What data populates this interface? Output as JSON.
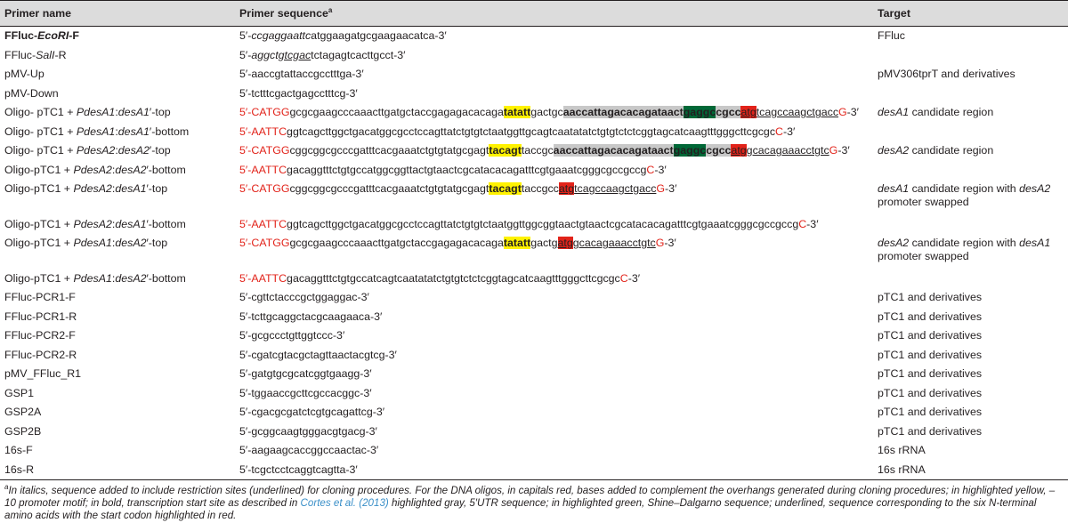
{
  "headers": {
    "name": "Primer name",
    "seq": "Primer sequence",
    "seq_sup": "a",
    "target": "Target"
  },
  "rows": [
    {
      "name": [
        "FFluc-",
        "EcoRI",
        "-F"
      ],
      "target": "FFluc"
    },
    {
      "name": [
        "FFluc-",
        "SalI",
        "-R"
      ],
      "target": ""
    },
    {
      "name": [
        "pMV-Up"
      ],
      "target": "pMV306tprT and derivatives"
    },
    {
      "name": [
        "pMV-Down"
      ],
      "target": ""
    },
    {
      "name": [
        "Oligo- pTC1 + ",
        "PdesA1",
        ":",
        "desA1",
        "′-top"
      ],
      "target_i": "desA1",
      "target": " candidate region"
    },
    {
      "name": [
        "Oligo- pTC1 + ",
        "PdesA1",
        ":",
        "desA1",
        "′-bottom"
      ],
      "target": ""
    },
    {
      "name": [
        "Oligo- pTC1 + ",
        "PdesA2",
        ":",
        "desA2",
        "′-top"
      ],
      "target_i": "desA2",
      "target": " candidate region"
    },
    {
      "name": [
        "Oligo-pTC1 + ",
        "PdesA2",
        ":",
        "desA2",
        "′-bottom"
      ],
      "target": ""
    },
    {
      "name": [
        "Oligo-pTC1 + ",
        "PdesA2",
        ":",
        "desA1",
        "′-top"
      ],
      "target_parts": [
        "desA1",
        " candidate region with ",
        "desA2",
        " promoter swapped"
      ]
    },
    {
      "name": [
        "Oligo-pTC1 + ",
        "PdesA2",
        ":",
        "desA1",
        "′-bottom"
      ],
      "target": ""
    },
    {
      "name": [
        "Oligo-pTC1 + ",
        "PdesA1",
        ":",
        "desA2",
        "′-top"
      ],
      "target_parts": [
        "desA2",
        " candidate region with ",
        "desA1",
        " promoter swapped"
      ]
    },
    {
      "name": [
        "Oligo-pTC1 + ",
        "PdesA1",
        ":",
        "desA2",
        "′-bottom"
      ],
      "target": ""
    },
    {
      "name": [
        "FFluc-PCR1-F"
      ],
      "seq": "5′-cgttctacccgctggaggac-3′",
      "target": "pTC1 and derivatives"
    },
    {
      "name": [
        "FFluc-PCR1-R"
      ],
      "seq": "5′-tcttgcaggctacgcaagaaca-3′",
      "target": "pTC1 and derivatives"
    },
    {
      "name": [
        "FFluc-PCR2-F"
      ],
      "seq": "5′-gcgccctgttggtccc-3′",
      "target": "pTC1 and derivatives"
    },
    {
      "name": [
        "FFluc-PCR2-R"
      ],
      "seq": "5′-cgatcgtacgctagttaactacgtcg-3′",
      "target": "pTC1 and derivatives"
    },
    {
      "name": [
        "pMV_FFluc_R1"
      ],
      "seq": "5′-gatgtgcgcatcggtgaagg-3′",
      "target": "pTC1 and derivatives"
    },
    {
      "name": [
        "GSP1"
      ],
      "seq": "5′-tggaaccgcttcgccacggc-3′",
      "target": "pTC1 and derivatives"
    },
    {
      "name": [
        "GSP2A"
      ],
      "seq": "5′-cgacgcgatctcgtgcagattcg-3′",
      "target": "pTC1 and derivatives"
    },
    {
      "name": [
        "GSP2B"
      ],
      "seq": "5′-gcggcaagtgggacgtgacg-3′",
      "target": "pTC1 and derivatives"
    },
    {
      "name": [
        "16s-F"
      ],
      "seq": "5′-aagaagcaccggccaactac-3′",
      "target": "16s rRNA"
    },
    {
      "name": [
        "16s-R"
      ],
      "seq": "5′-tcgctcctcaggtcagtta-3′",
      "target": "16s rRNA"
    }
  ],
  "seq": {
    "r0": [
      "5′-",
      "ccgaggaattc",
      "atggaagatgcgaagaacatca-3′"
    ],
    "r1": [
      "5′-",
      "aggct",
      "gtcgac",
      "tctagagtcacttgcct-3′"
    ],
    "r2": "5′-aaccgtattaccgcctttga-3′",
    "r3": "5′-tctttcgactgagcctttcg-3′",
    "r4": [
      "5′-",
      "CATGG",
      "gcgcgaagcccaaacttgatgctaccgagagacacaga",
      "tatatt",
      "gactgc",
      "aaccattagacacagataact",
      "gaggc",
      "cgcc",
      "atg",
      "tcagccaagctgacc",
      "G",
      "-3′"
    ],
    "r5": [
      "5′-",
      "AATTC",
      "ggtcagcttggctgacatggcgcctccagttatctgtgtctaatggttgcagtcaatatatctgtgtctctcggtagcatcaagtttgggcttcgcgc",
      "C",
      "-3′"
    ],
    "r6": [
      "5′-",
      "CATGG",
      "cggcggcgcccgatttcacgaaatctgtgtatgcgagt",
      "tacagt",
      "taccgc",
      "aaccattagacacagataact",
      "gaggc",
      "cgcc",
      "atg",
      "gcacagaaacctgtc",
      "G",
      "-3′"
    ],
    "r7": [
      "5′-",
      "AATTC",
      "gacaggtttctgtgccatggcggttactgtaactcgcatacacagatttcgtgaaatcgggcgccgccg",
      "C",
      "-3′"
    ],
    "r8": [
      "5′-",
      "CATGG",
      "cggcggcgcccgatttcacgaaatctgtgtatgcgagt",
      "tacagt",
      "taccgcc",
      "atg",
      "tcagccaagctgacc",
      "G",
      "-3′"
    ],
    "r9": [
      "5′-",
      "AATTC",
      "ggtcagcttggctgacatggcgcctccagttatctgtgtctaatggttggcggtaactgtaactcgcatacacagatttcgtgaaatcgggcgccgccg",
      "C",
      "-3′"
    ],
    "r10": [
      "5′-",
      "CATGG",
      "gcgcgaagcccaaacttgatgctaccgagagacacaga",
      "tatatt",
      "gactg",
      "atg",
      "gcacagaaacctgtc",
      "G",
      "-3′"
    ],
    "r11": [
      "5′-",
      "AATTC",
      "gacaggtttctgtgccatcagtcaatatatctgtgtctctcggtagcatcaagtttgggcttcgcgc",
      "C",
      "-3′"
    ]
  },
  "footnote": {
    "sup": "a",
    "text1": "In italics, sequence added to include restriction sites (underlined) for cloning procedures. For the DNA oligos, in capitals red, bases added to complement the overhangs generated during cloning procedures; in highlighted yellow, –10 promoter motif; in bold, transcription start site as described in ",
    "cite": "Cortes et al. (2013)",
    "text2": " highlighted gray, 5′UTR sequence; in highlighted green, Shine–Dalgarno sequence; underlined, sequence corresponding to the six N-terminal amino acids with the start codon highlighted in red."
  },
  "colors": {
    "red": "#e2231a",
    "yellow": "#fff200",
    "gray": "#c8c8c8",
    "green": "#006837",
    "header_bg": "#dcdcdc",
    "link": "#3a8fc8"
  }
}
